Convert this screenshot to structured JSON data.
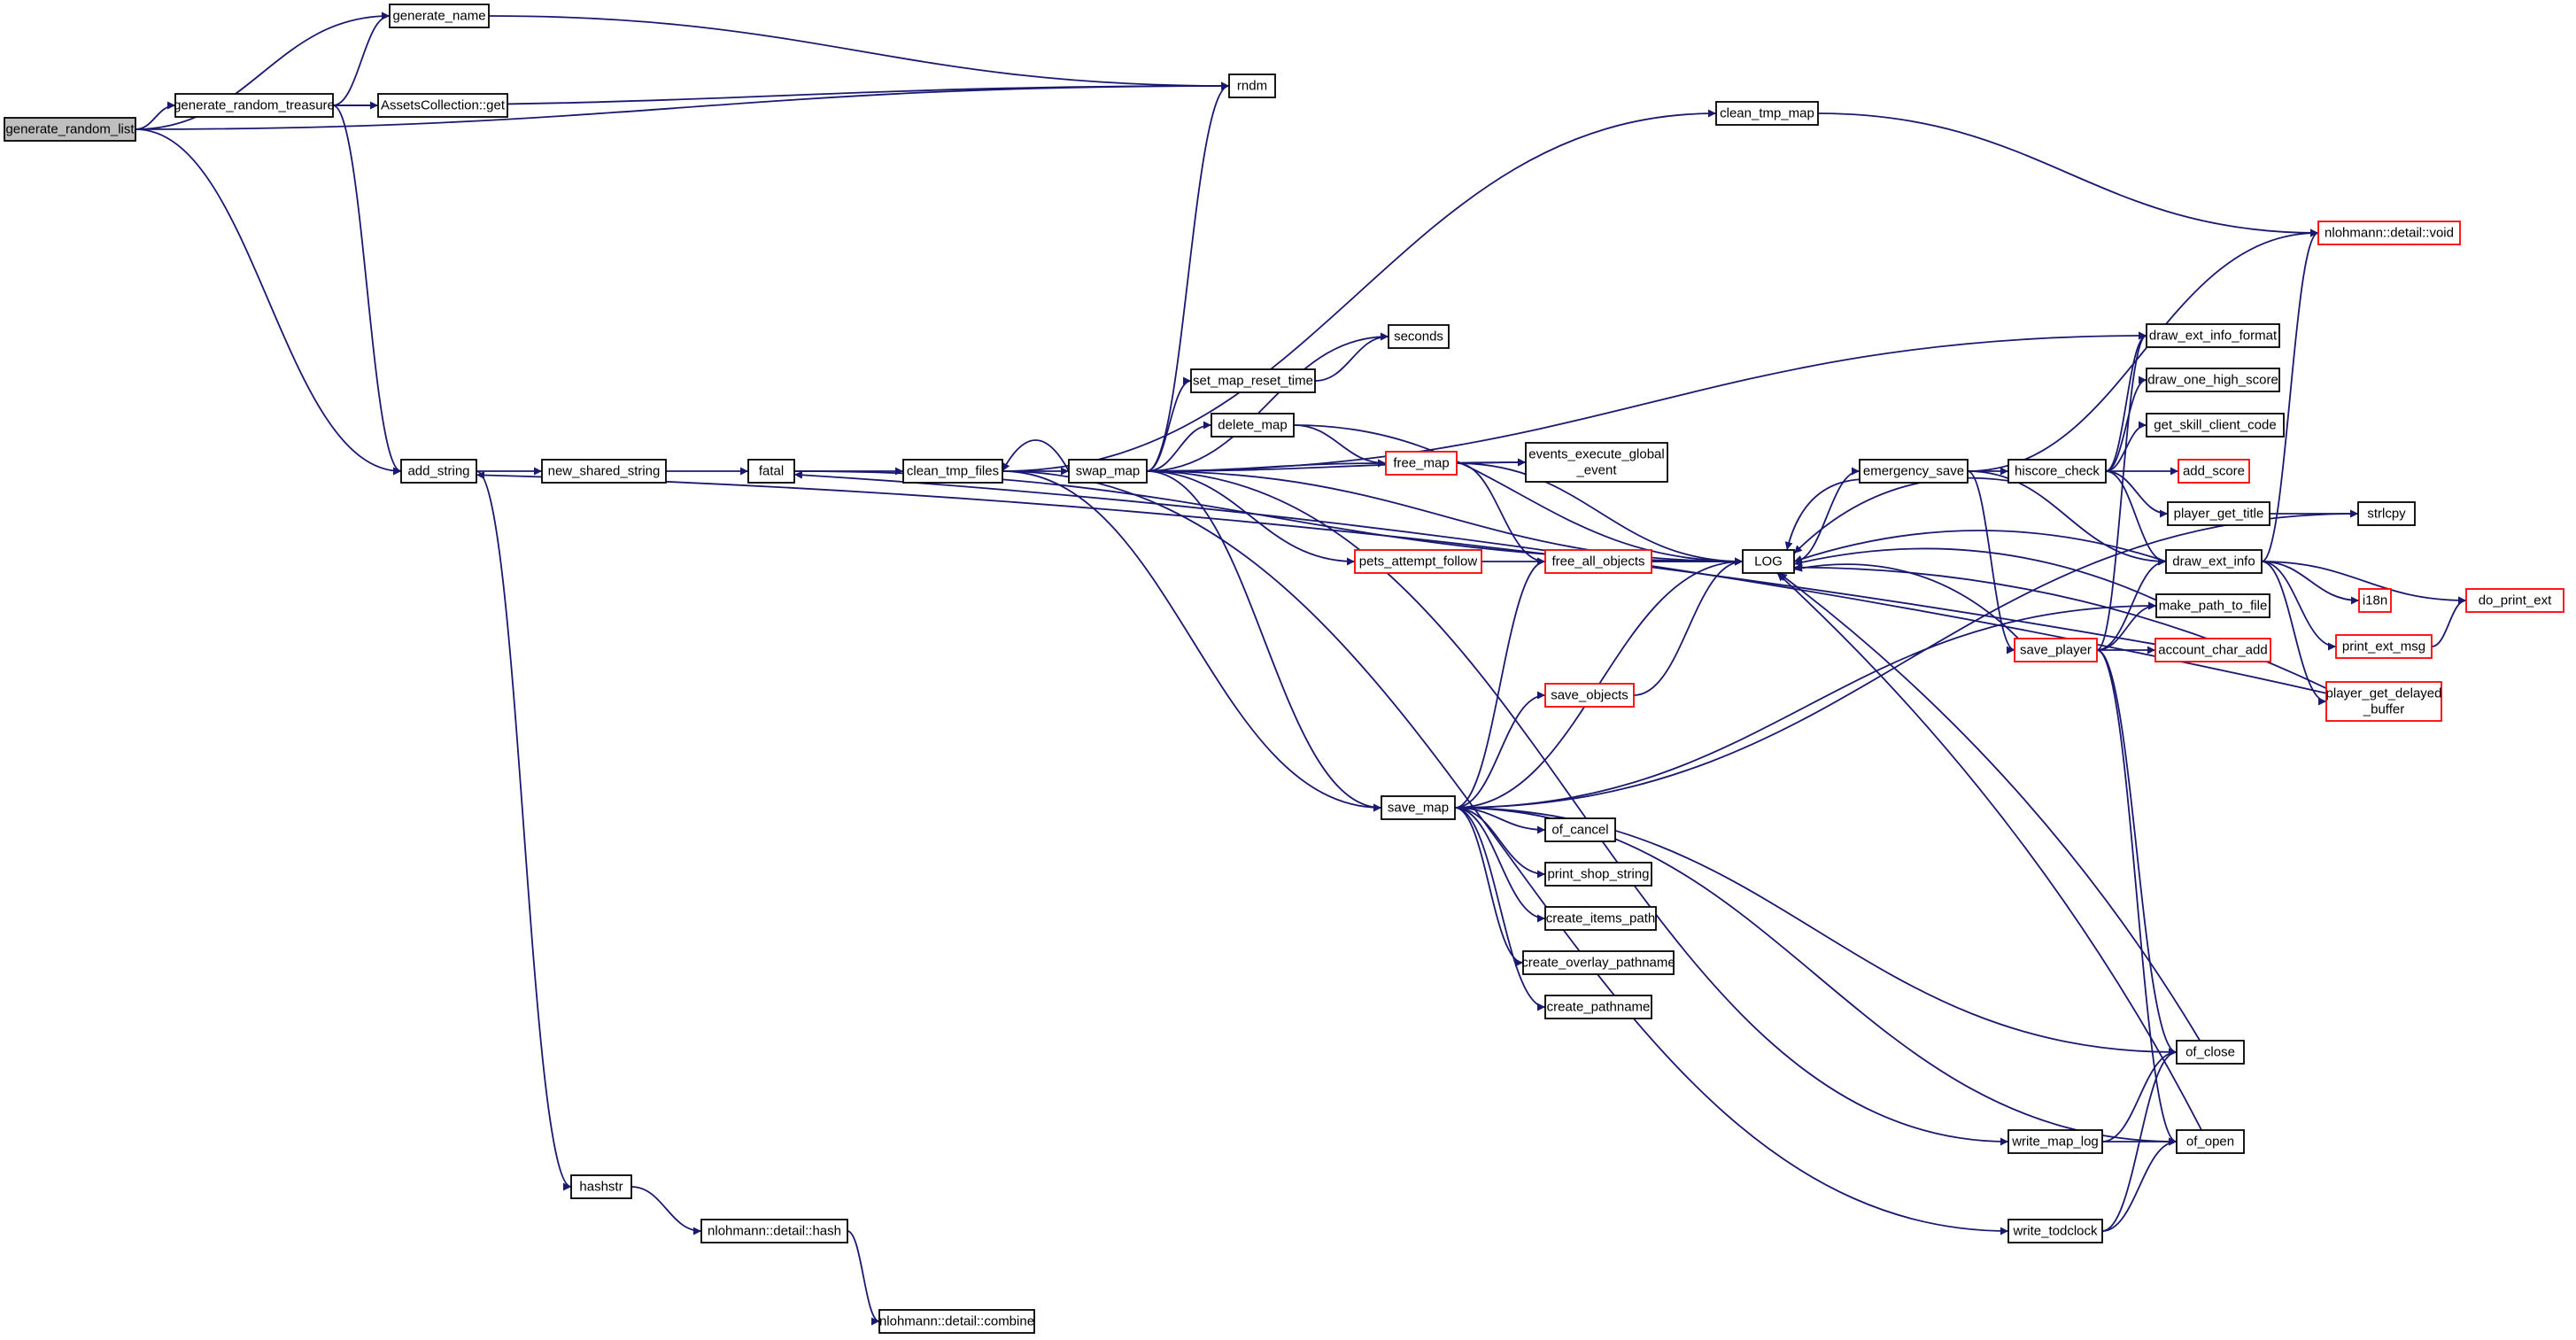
{
  "colors": {
    "edge": "#191970",
    "node_border": "#000000",
    "node_border_truncated": "#ff0000",
    "node_fill": "#ffffff",
    "root_fill": "#bfbfbf"
  },
  "nodes": [
    {
      "id": "generate_random_list",
      "lines": [
        "generate_random_list"
      ],
      "root": true
    },
    {
      "id": "generate_name",
      "lines": [
        "generate_name"
      ]
    },
    {
      "id": "generate_random_treasure",
      "lines": [
        "generate_random_treasure"
      ]
    },
    {
      "id": "assets_get",
      "lines": [
        "AssetsCollection::get"
      ]
    },
    {
      "id": "rndm",
      "lines": [
        "rndm"
      ]
    },
    {
      "id": "clean_tmp_map",
      "lines": [
        "clean_tmp_map"
      ]
    },
    {
      "id": "nlohmann_void",
      "lines": [
        "nlohmann::detail::void"
      ],
      "truncated": true
    },
    {
      "id": "draw_ext_info_format",
      "lines": [
        "draw_ext_info_format"
      ]
    },
    {
      "id": "seconds",
      "lines": [
        "seconds"
      ]
    },
    {
      "id": "draw_one_high_score",
      "lines": [
        "draw_one_high_score"
      ]
    },
    {
      "id": "set_map_reset_time",
      "lines": [
        "set_map_reset_time"
      ]
    },
    {
      "id": "delete_map",
      "lines": [
        "delete_map"
      ]
    },
    {
      "id": "get_skill_client_code",
      "lines": [
        "get_skill_client_code"
      ]
    },
    {
      "id": "add_string",
      "lines": [
        "add_string"
      ]
    },
    {
      "id": "new_shared_string",
      "lines": [
        "new_shared_string"
      ]
    },
    {
      "id": "fatal",
      "lines": [
        "fatal"
      ]
    },
    {
      "id": "clean_tmp_files",
      "lines": [
        "clean_tmp_files"
      ]
    },
    {
      "id": "swap_map",
      "lines": [
        "swap_map"
      ]
    },
    {
      "id": "free_map",
      "lines": [
        "free_map"
      ],
      "truncated": true
    },
    {
      "id": "events_execute_global_event",
      "lines": [
        "events_execute_global",
        "_event"
      ]
    },
    {
      "id": "emergency_save",
      "lines": [
        "emergency_save"
      ]
    },
    {
      "id": "hiscore_check",
      "lines": [
        "hiscore_check"
      ]
    },
    {
      "id": "add_score",
      "lines": [
        "add_score"
      ],
      "truncated": true
    },
    {
      "id": "player_get_title",
      "lines": [
        "player_get_title"
      ]
    },
    {
      "id": "strlcpy",
      "lines": [
        "strlcpy"
      ]
    },
    {
      "id": "pets_attempt_follow",
      "lines": [
        "pets_attempt_follow"
      ],
      "truncated": true
    },
    {
      "id": "free_all_objects",
      "lines": [
        "free_all_objects"
      ],
      "truncated": true
    },
    {
      "id": "log",
      "lines": [
        "LOG"
      ]
    },
    {
      "id": "draw_ext_info",
      "lines": [
        "draw_ext_info"
      ]
    },
    {
      "id": "i18n",
      "lines": [
        "i18n"
      ],
      "truncated": true
    },
    {
      "id": "do_print_ext",
      "lines": [
        "do_print_ext"
      ],
      "truncated": true
    },
    {
      "id": "make_path_to_file",
      "lines": [
        "make_path_to_file"
      ]
    },
    {
      "id": "save_player",
      "lines": [
        "save_player"
      ],
      "truncated": true
    },
    {
      "id": "account_char_add",
      "lines": [
        "account_char_add"
      ],
      "truncated": true
    },
    {
      "id": "print_ext_msg",
      "lines": [
        "print_ext_msg"
      ],
      "truncated": true
    },
    {
      "id": "save_objects",
      "lines": [
        "save_objects"
      ],
      "truncated": true
    },
    {
      "id": "player_get_delayed_buffer",
      "lines": [
        "player_get_delayed",
        "_buffer"
      ],
      "truncated": true
    },
    {
      "id": "save_map",
      "lines": [
        "save_map"
      ]
    },
    {
      "id": "of_cancel",
      "lines": [
        "of_cancel"
      ]
    },
    {
      "id": "print_shop_string",
      "lines": [
        "print_shop_string"
      ]
    },
    {
      "id": "create_items_path",
      "lines": [
        "create_items_path"
      ]
    },
    {
      "id": "create_overlay_pathname",
      "lines": [
        "create_overlay_pathname"
      ]
    },
    {
      "id": "create_pathname",
      "lines": [
        "create_pathname"
      ]
    },
    {
      "id": "of_close",
      "lines": [
        "of_close"
      ]
    },
    {
      "id": "write_map_log",
      "lines": [
        "write_map_log"
      ]
    },
    {
      "id": "of_open",
      "lines": [
        "of_open"
      ]
    },
    {
      "id": "hashstr",
      "lines": [
        "hashstr"
      ]
    },
    {
      "id": "nlohmann_hash",
      "lines": [
        "nlohmann::detail::hash"
      ]
    },
    {
      "id": "write_todclock",
      "lines": [
        "write_todclock"
      ]
    },
    {
      "id": "nlohmann_combine",
      "lines": [
        "nlohmann::detail::combine"
      ]
    }
  ],
  "edges": [
    [
      "generate_random_list",
      "generate_name"
    ],
    [
      "generate_random_list",
      "generate_random_treasure"
    ],
    [
      "generate_random_list",
      "rndm"
    ],
    [
      "generate_random_list",
      "add_string"
    ],
    [
      "generate_name",
      "rndm"
    ],
    [
      "generate_random_treasure",
      "generate_name"
    ],
    [
      "generate_random_treasure",
      "assets_get"
    ],
    [
      "generate_random_treasure",
      "rndm"
    ],
    [
      "generate_random_treasure",
      "add_string"
    ],
    [
      "add_string",
      "new_shared_string"
    ],
    [
      "add_string",
      "hashstr"
    ],
    [
      "new_shared_string",
      "fatal"
    ],
    [
      "fatal",
      "clean_tmp_files"
    ],
    [
      "fatal",
      "log"
    ],
    [
      "clean_tmp_files",
      "swap_map"
    ],
    [
      "clean_tmp_files",
      "clean_tmp_map"
    ],
    [
      "clean_tmp_files",
      "save_map"
    ],
    [
      "clean_tmp_files",
      "write_todclock"
    ],
    [
      "swap_map",
      "rndm"
    ],
    [
      "swap_map",
      "clean_tmp_files"
    ],
    [
      "swap_map",
      "seconds"
    ],
    [
      "swap_map",
      "set_map_reset_time"
    ],
    [
      "swap_map",
      "delete_map"
    ],
    [
      "swap_map",
      "free_map"
    ],
    [
      "swap_map",
      "events_execute_global_event"
    ],
    [
      "swap_map",
      "pets_attempt_follow"
    ],
    [
      "swap_map",
      "log"
    ],
    [
      "swap_map",
      "save_map"
    ],
    [
      "swap_map",
      "draw_ext_info_format"
    ],
    [
      "swap_map",
      "write_map_log"
    ],
    [
      "set_map_reset_time",
      "seconds"
    ],
    [
      "delete_map",
      "free_map"
    ],
    [
      "delete_map",
      "log"
    ],
    [
      "free_map",
      "events_execute_global_event"
    ],
    [
      "free_map",
      "free_all_objects"
    ],
    [
      "free_map",
      "log"
    ],
    [
      "pets_attempt_follow",
      "log"
    ],
    [
      "free_all_objects",
      "log"
    ],
    [
      "clean_tmp_map",
      "nlohmann_void"
    ],
    [
      "emergency_save",
      "log"
    ],
    [
      "emergency_save",
      "hiscore_check"
    ],
    [
      "emergency_save",
      "save_player"
    ],
    [
      "emergency_save",
      "draw_ext_info"
    ],
    [
      "emergency_save",
      "nlohmann_void"
    ],
    [
      "log",
      "emergency_save"
    ],
    [
      "hiscore_check",
      "draw_ext_info_format"
    ],
    [
      "hiscore_check",
      "draw_one_high_score"
    ],
    [
      "hiscore_check",
      "get_skill_client_code"
    ],
    [
      "hiscore_check",
      "add_score"
    ],
    [
      "hiscore_check",
      "player_get_title"
    ],
    [
      "hiscore_check",
      "draw_ext_info"
    ],
    [
      "hiscore_check",
      "log"
    ],
    [
      "player_get_title",
      "strlcpy"
    ],
    [
      "draw_ext_info",
      "log"
    ],
    [
      "draw_ext_info",
      "nlohmann_void"
    ],
    [
      "draw_ext_info",
      "i18n"
    ],
    [
      "draw_ext_info",
      "do_print_ext"
    ],
    [
      "draw_ext_info",
      "print_ext_msg"
    ],
    [
      "draw_ext_info",
      "player_get_delayed_buffer"
    ],
    [
      "print_ext_msg",
      "do_print_ext"
    ],
    [
      "player_get_delayed_buffer",
      "log"
    ],
    [
      "player_get_delayed_buffer",
      "fatal"
    ],
    [
      "make_path_to_file",
      "log"
    ],
    [
      "save_player",
      "log"
    ],
    [
      "save_player",
      "draw_ext_info_format"
    ],
    [
      "save_player",
      "draw_ext_info"
    ],
    [
      "save_player",
      "make_path_to_file"
    ],
    [
      "save_player",
      "account_char_add"
    ],
    [
      "save_player",
      "of_close"
    ],
    [
      "save_player",
      "of_open"
    ],
    [
      "account_char_add",
      "add_string"
    ],
    [
      "save_map",
      "free_all_objects"
    ],
    [
      "save_map",
      "log"
    ],
    [
      "save_map",
      "save_objects"
    ],
    [
      "save_map",
      "make_path_to_file"
    ],
    [
      "save_map",
      "strlcpy"
    ],
    [
      "save_map",
      "of_cancel"
    ],
    [
      "save_map",
      "print_shop_string"
    ],
    [
      "save_map",
      "create_items_path"
    ],
    [
      "save_map",
      "create_overlay_pathname"
    ],
    [
      "save_map",
      "create_pathname"
    ],
    [
      "save_map",
      "of_close"
    ],
    [
      "save_map",
      "of_open"
    ],
    [
      "save_objects",
      "log"
    ],
    [
      "of_close",
      "log"
    ],
    [
      "of_open",
      "log"
    ],
    [
      "write_map_log",
      "of_close"
    ],
    [
      "write_map_log",
      "of_open"
    ],
    [
      "write_todclock",
      "of_close"
    ],
    [
      "write_todclock",
      "of_open"
    ],
    [
      "hashstr",
      "nlohmann_hash"
    ],
    [
      "nlohmann_hash",
      "nlohmann_combine"
    ]
  ]
}
